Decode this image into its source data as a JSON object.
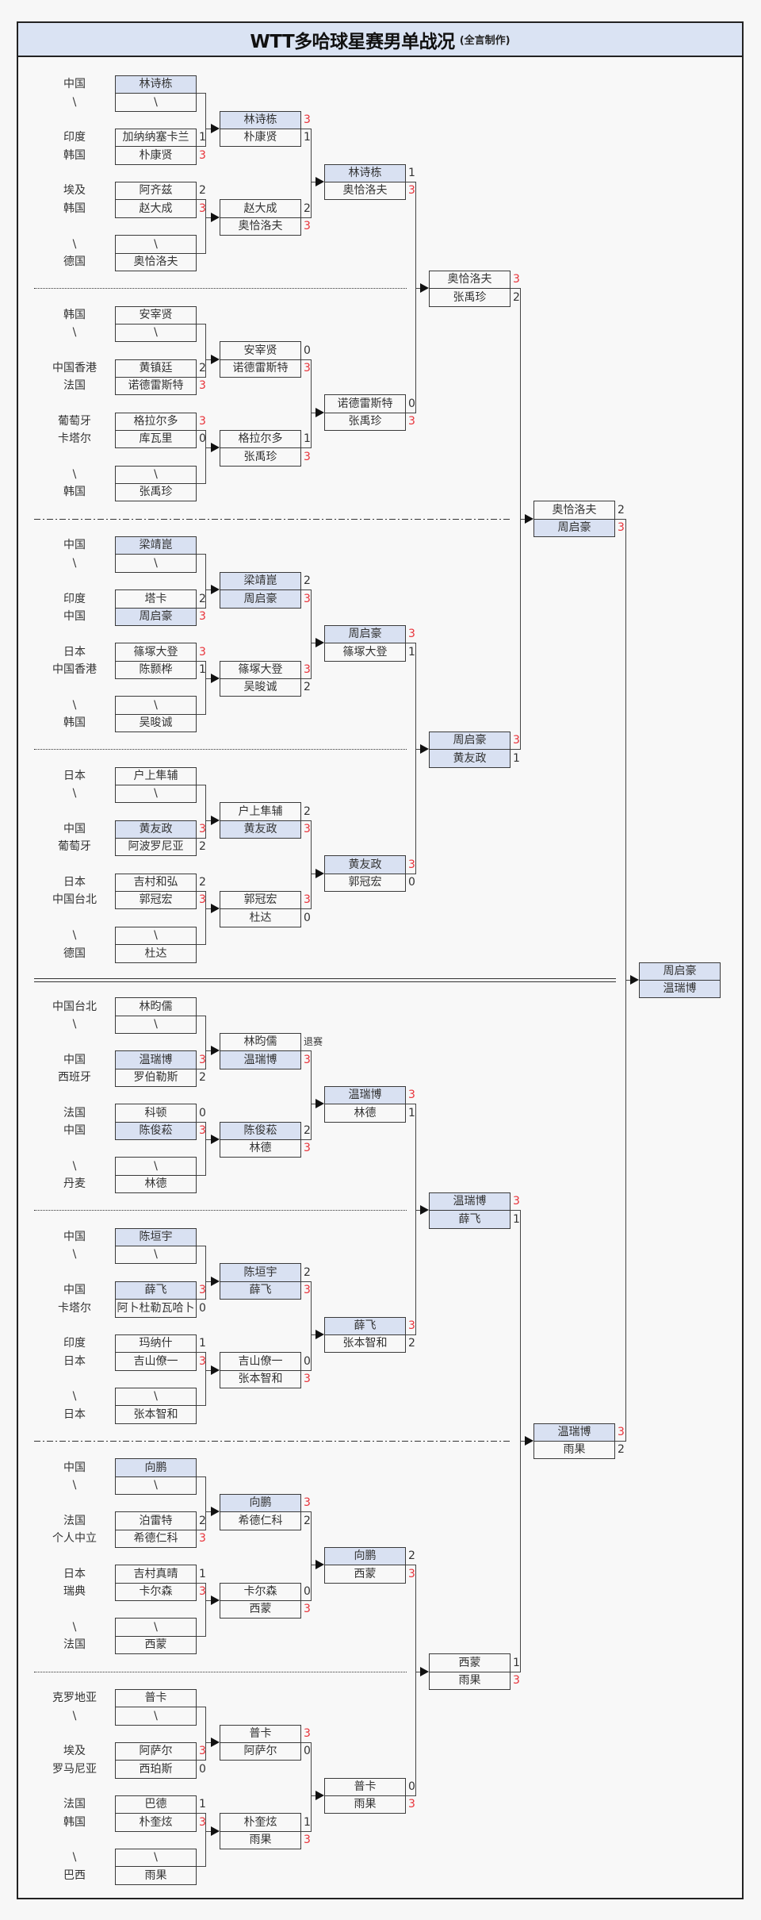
{
  "title": {
    "main": "WTT多哈球星赛男单战况",
    "sub": "(全言制作)"
  },
  "colors": {
    "highlight": "#d9e1f2",
    "title_bar": "#dae3f3",
    "win_score": "#e8333a"
  },
  "blocks": [
    {
      "r1": [
        [
          {
            "country": "中国",
            "name": "林诗栋",
            "score": "",
            "highlight": true
          },
          {
            "country": "\\",
            "name": "\\",
            "score": "",
            "highlight": false
          }
        ],
        [
          {
            "country": "印度",
            "name": "加纳纳塞卡兰",
            "score": "1",
            "highlight": false
          },
          {
            "country": "韩国",
            "name": "朴康贤",
            "score": "3",
            "highlight": false
          }
        ],
        [
          {
            "country": "埃及",
            "name": "阿齐兹",
            "score": "2",
            "highlight": false
          },
          {
            "country": "韩国",
            "name": "赵大成",
            "score": "3",
            "highlight": false
          }
        ],
        [
          {
            "country": "\\",
            "name": "\\",
            "score": "",
            "highlight": false
          },
          {
            "country": "德国",
            "name": "奥恰洛夫",
            "score": "",
            "highlight": false
          }
        ]
      ],
      "r2": [
        [
          {
            "name": "林诗栋",
            "score": "3",
            "highlight": true
          },
          {
            "name": "朴康贤",
            "score": "1",
            "highlight": false
          }
        ],
        [
          {
            "name": "赵大成",
            "score": "2",
            "highlight": false
          },
          {
            "name": "奥恰洛夫",
            "score": "3",
            "highlight": false
          }
        ]
      ],
      "r3": [
        {
          "name": "林诗栋",
          "score": "1",
          "highlight": true
        },
        {
          "name": "奥恰洛夫",
          "score": "3",
          "highlight": false
        }
      ]
    },
    {
      "r1": [
        [
          {
            "country": "韩国",
            "name": "安宰贤",
            "score": "",
            "highlight": false
          },
          {
            "country": "\\",
            "name": "\\",
            "score": "",
            "highlight": false
          }
        ],
        [
          {
            "country": "中国香港",
            "name": "黄镇廷",
            "score": "2",
            "highlight": false
          },
          {
            "country": "法国",
            "name": "诺德雷斯特",
            "score": "3",
            "highlight": false
          }
        ],
        [
          {
            "country": "葡萄牙",
            "name": "格拉尔多",
            "score": "3",
            "highlight": false
          },
          {
            "country": "卡塔尔",
            "name": "库瓦里",
            "score": "0",
            "highlight": false
          }
        ],
        [
          {
            "country": "\\",
            "name": "\\",
            "score": "",
            "highlight": false
          },
          {
            "country": "韩国",
            "name": "张禹珍",
            "score": "",
            "highlight": false
          }
        ]
      ],
      "r2": [
        [
          {
            "name": "安宰贤",
            "score": "0",
            "highlight": false
          },
          {
            "name": "诺德雷斯特",
            "score": "3",
            "highlight": false
          }
        ],
        [
          {
            "name": "格拉尔多",
            "score": "1",
            "highlight": false
          },
          {
            "name": "张禹珍",
            "score": "3",
            "highlight": false
          }
        ]
      ],
      "r3": [
        {
          "name": "诺德雷斯特",
          "score": "0",
          "highlight": false
        },
        {
          "name": "张禹珍",
          "score": "3",
          "highlight": false
        }
      ]
    },
    {
      "r1": [
        [
          {
            "country": "中国",
            "name": "梁靖崑",
            "score": "",
            "highlight": true
          },
          {
            "country": "\\",
            "name": "\\",
            "score": "",
            "highlight": false
          }
        ],
        [
          {
            "country": "印度",
            "name": "塔卡",
            "score": "2",
            "highlight": false
          },
          {
            "country": "中国",
            "name": "周启豪",
            "score": "3",
            "highlight": true
          }
        ],
        [
          {
            "country": "日本",
            "name": "篠塚大登",
            "score": "3",
            "highlight": false
          },
          {
            "country": "中国香港",
            "name": "陈颢桦",
            "score": "1",
            "highlight": false
          }
        ],
        [
          {
            "country": "\\",
            "name": "\\",
            "score": "",
            "highlight": false
          },
          {
            "country": "韩国",
            "name": "吴晙诚",
            "score": "",
            "highlight": false
          }
        ]
      ],
      "r2": [
        [
          {
            "name": "梁靖崑",
            "score": "2",
            "highlight": true
          },
          {
            "name": "周启豪",
            "score": "3",
            "highlight": true
          }
        ],
        [
          {
            "name": "篠塚大登",
            "score": "3",
            "highlight": false
          },
          {
            "name": "吴晙诚",
            "score": "2",
            "highlight": false
          }
        ]
      ],
      "r3": [
        {
          "name": "周启豪",
          "score": "3",
          "highlight": true
        },
        {
          "name": "篠塚大登",
          "score": "1",
          "highlight": false
        }
      ]
    },
    {
      "r1": [
        [
          {
            "country": "日本",
            "name": "户上隼辅",
            "score": "",
            "highlight": false
          },
          {
            "country": "\\",
            "name": "\\",
            "score": "",
            "highlight": false
          }
        ],
        [
          {
            "country": "中国",
            "name": "黄友政",
            "score": "3",
            "highlight": true
          },
          {
            "country": "葡萄牙",
            "name": "阿波罗尼亚",
            "score": "2",
            "highlight": false
          }
        ],
        [
          {
            "country": "日本",
            "name": "吉村和弘",
            "score": "2",
            "highlight": false
          },
          {
            "country": "中国台北",
            "name": "郭冠宏",
            "score": "3",
            "highlight": false
          }
        ],
        [
          {
            "country": "\\",
            "name": "\\",
            "score": "",
            "highlight": false
          },
          {
            "country": "德国",
            "name": "杜达",
            "score": "",
            "highlight": false
          }
        ]
      ],
      "r2": [
        [
          {
            "name": "户上隼辅",
            "score": "2",
            "highlight": false
          },
          {
            "name": "黄友政",
            "score": "3",
            "highlight": true
          }
        ],
        [
          {
            "name": "郭冠宏",
            "score": "3",
            "highlight": false
          },
          {
            "name": "杜达",
            "score": "0",
            "highlight": false
          }
        ]
      ],
      "r3": [
        {
          "name": "黄友政",
          "score": "3",
          "highlight": true
        },
        {
          "name": "郭冠宏",
          "score": "0",
          "highlight": false
        }
      ]
    },
    {
      "r1": [
        [
          {
            "country": "中国台北",
            "name": "林昀儒",
            "score": "",
            "highlight": false
          },
          {
            "country": "\\",
            "name": "\\",
            "score": "",
            "highlight": false
          }
        ],
        [
          {
            "country": "中国",
            "name": "温瑞博",
            "score": "3",
            "highlight": true
          },
          {
            "country": "西班牙",
            "name": "罗伯勒斯",
            "score": "2",
            "highlight": false
          }
        ],
        [
          {
            "country": "法国",
            "name": "科顿",
            "score": "0",
            "highlight": false
          },
          {
            "country": "中国",
            "name": "陈俊菘",
            "score": "3",
            "highlight": true
          }
        ],
        [
          {
            "country": "\\",
            "name": "\\",
            "score": "",
            "highlight": false
          },
          {
            "country": "丹麦",
            "name": "林德",
            "score": "",
            "highlight": false
          }
        ]
      ],
      "r2": [
        [
          {
            "name": "林昀儒",
            "score": "退赛",
            "highlight": false
          },
          {
            "name": "温瑞博",
            "score": "3",
            "highlight": true
          }
        ],
        [
          {
            "name": "陈俊菘",
            "score": "2",
            "highlight": true
          },
          {
            "name": "林德",
            "score": "3",
            "highlight": false
          }
        ]
      ],
      "r3": [
        {
          "name": "温瑞博",
          "score": "3",
          "highlight": true
        },
        {
          "name": "林德",
          "score": "1",
          "highlight": false
        }
      ]
    },
    {
      "r1": [
        [
          {
            "country": "中国",
            "name": "陈垣宇",
            "score": "",
            "highlight": true
          },
          {
            "country": "\\",
            "name": "\\",
            "score": "",
            "highlight": false
          }
        ],
        [
          {
            "country": "中国",
            "name": "薛飞",
            "score": "3",
            "highlight": true
          },
          {
            "country": "卡塔尔",
            "name": "阿卜杜勒瓦哈卜",
            "score": "0",
            "highlight": false
          }
        ],
        [
          {
            "country": "印度",
            "name": "玛纳什",
            "score": "1",
            "highlight": false
          },
          {
            "country": "日本",
            "name": "吉山僚一",
            "score": "3",
            "highlight": false
          }
        ],
        [
          {
            "country": "\\",
            "name": "\\",
            "score": "",
            "highlight": false
          },
          {
            "country": "日本",
            "name": "张本智和",
            "score": "",
            "highlight": false
          }
        ]
      ],
      "r2": [
        [
          {
            "name": "陈垣宇",
            "score": "2",
            "highlight": true
          },
          {
            "name": "薛飞",
            "score": "3",
            "highlight": true
          }
        ],
        [
          {
            "name": "吉山僚一",
            "score": "0",
            "highlight": false
          },
          {
            "name": "张本智和",
            "score": "3",
            "highlight": false
          }
        ]
      ],
      "r3": [
        {
          "name": "薛飞",
          "score": "3",
          "highlight": true
        },
        {
          "name": "张本智和",
          "score": "2",
          "highlight": false
        }
      ]
    },
    {
      "r1": [
        [
          {
            "country": "中国",
            "name": "向鹏",
            "score": "",
            "highlight": true
          },
          {
            "country": "\\",
            "name": "\\",
            "score": "",
            "highlight": false
          }
        ],
        [
          {
            "country": "法国",
            "name": "泊雷特",
            "score": "2",
            "highlight": false
          },
          {
            "country": "个人中立",
            "name": "希德仁科",
            "score": "3",
            "highlight": false
          }
        ],
        [
          {
            "country": "日本",
            "name": "吉村真晴",
            "score": "1",
            "highlight": false
          },
          {
            "country": "瑞典",
            "name": "卡尔森",
            "score": "3",
            "highlight": false
          }
        ],
        [
          {
            "country": "\\",
            "name": "\\",
            "score": "",
            "highlight": false
          },
          {
            "country": "法国",
            "name": "西蒙",
            "score": "",
            "highlight": false
          }
        ]
      ],
      "r2": [
        [
          {
            "name": "向鹏",
            "score": "3",
            "highlight": true
          },
          {
            "name": "希德仁科",
            "score": "2",
            "highlight": false
          }
        ],
        [
          {
            "name": "卡尔森",
            "score": "0",
            "highlight": false
          },
          {
            "name": "西蒙",
            "score": "3",
            "highlight": false
          }
        ]
      ],
      "r3": [
        {
          "name": "向鹏",
          "score": "2",
          "highlight": true
        },
        {
          "name": "西蒙",
          "score": "3",
          "highlight": false
        }
      ]
    },
    {
      "r1": [
        [
          {
            "country": "克罗地亚",
            "name": "普卡",
            "score": "",
            "highlight": false
          },
          {
            "country": "\\",
            "name": "\\",
            "score": "",
            "highlight": false
          }
        ],
        [
          {
            "country": "埃及",
            "name": "阿萨尔",
            "score": "3",
            "highlight": false
          },
          {
            "country": "罗马尼亚",
            "name": "西珀斯",
            "score": "0",
            "highlight": false
          }
        ],
        [
          {
            "country": "法国",
            "name": "巴德",
            "score": "1",
            "highlight": false
          },
          {
            "country": "韩国",
            "name": "朴奎炫",
            "score": "3",
            "highlight": false
          }
        ],
        [
          {
            "country": "\\",
            "name": "\\",
            "score": "",
            "highlight": false
          },
          {
            "country": "巴西",
            "name": "雨果",
            "score": "",
            "highlight": false
          }
        ]
      ],
      "r2": [
        [
          {
            "name": "普卡",
            "score": "3",
            "highlight": false
          },
          {
            "name": "阿萨尔",
            "score": "0",
            "highlight": false
          }
        ],
        [
          {
            "name": "朴奎炫",
            "score": "1",
            "highlight": false
          },
          {
            "name": "雨果",
            "score": "3",
            "highlight": false
          }
        ]
      ],
      "r3": [
        {
          "name": "普卡",
          "score": "0",
          "highlight": false
        },
        {
          "name": "雨果",
          "score": "3",
          "highlight": false
        }
      ]
    }
  ],
  "quarterfinals": [
    [
      {
        "name": "奥恰洛夫",
        "score": "3",
        "highlight": false
      },
      {
        "name": "张禹珍",
        "score": "2",
        "highlight": false
      }
    ],
    [
      {
        "name": "周启豪",
        "score": "3",
        "highlight": true
      },
      {
        "name": "黄友政",
        "score": "1",
        "highlight": true
      }
    ],
    [
      {
        "name": "温瑞博",
        "score": "3",
        "highlight": true
      },
      {
        "name": "薛飞",
        "score": "1",
        "highlight": true
      }
    ],
    [
      {
        "name": "西蒙",
        "score": "1",
        "highlight": false
      },
      {
        "name": "雨果",
        "score": "3",
        "highlight": false
      }
    ]
  ],
  "semifinals": [
    [
      {
        "name": "奥恰洛夫",
        "score": "2",
        "highlight": false
      },
      {
        "name": "周启豪",
        "score": "3",
        "highlight": true
      }
    ],
    [
      {
        "name": "温瑞博",
        "score": "3",
        "highlight": true
      },
      {
        "name": "雨果",
        "score": "2",
        "highlight": false
      }
    ]
  ],
  "final": [
    {
      "name": "周启豪",
      "score": "",
      "highlight": true
    },
    {
      "name": "温瑞博",
      "score": "",
      "highlight": true
    }
  ]
}
